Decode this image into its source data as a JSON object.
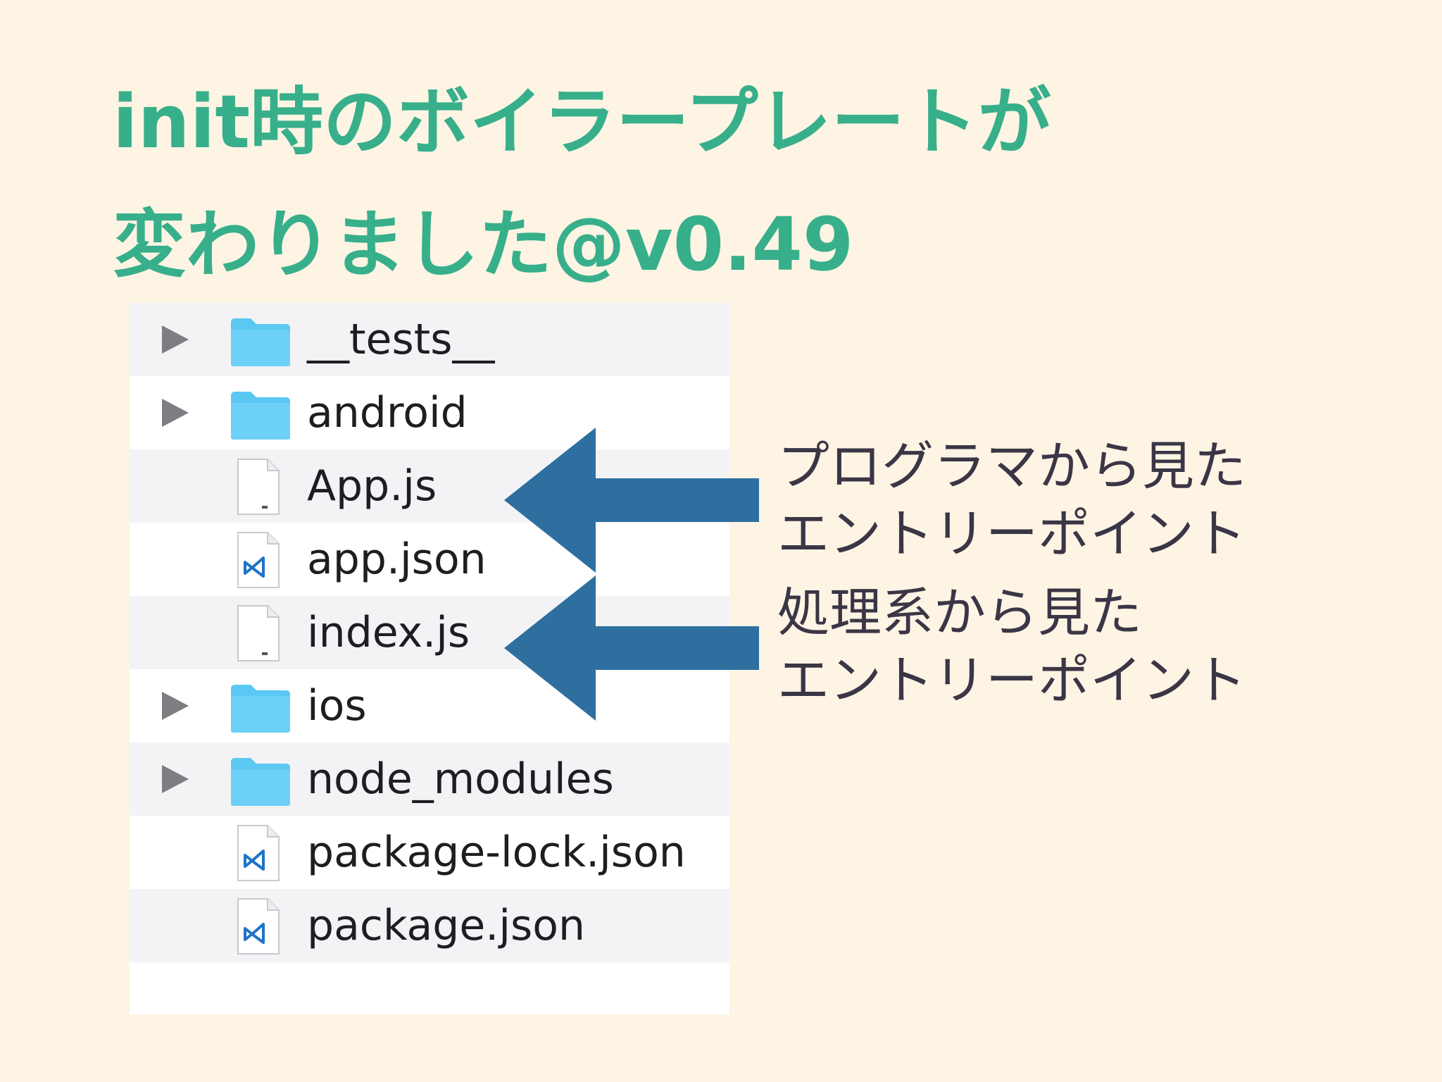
{
  "title": {
    "line1": "init時のボイラープレートが",
    "line2": "変わりました@v0.49"
  },
  "colors": {
    "background": "#FDF4E4",
    "title": "#37AF8A",
    "folder": "#5AC8F2",
    "arrow": "#2E6FA0",
    "annotation": "#3A3646"
  },
  "finder": {
    "items": [
      {
        "name": "__tests__",
        "kind": "folder",
        "icon": "folder-icon"
      },
      {
        "name": "android",
        "kind": "folder",
        "icon": "folder-icon"
      },
      {
        "name": "App.js",
        "kind": "file",
        "icon": "js-file-icon"
      },
      {
        "name": "app.json",
        "kind": "file",
        "icon": "vscode-json-file-icon"
      },
      {
        "name": "index.js",
        "kind": "file",
        "icon": "js-file-icon"
      },
      {
        "name": "ios",
        "kind": "folder",
        "icon": "folder-icon"
      },
      {
        "name": "node_modules",
        "kind": "folder",
        "icon": "folder-icon"
      },
      {
        "name": "package-lock.json",
        "kind": "file",
        "icon": "vscode-json-file-icon"
      },
      {
        "name": "package.json",
        "kind": "file",
        "icon": "vscode-json-file-icon"
      }
    ]
  },
  "annotations": {
    "programmer": {
      "line1": "プログラマから見た",
      "line2": "エントリーポイント"
    },
    "runtime": {
      "line1": "処理系から見た",
      "line2": "エントリーポイント"
    }
  }
}
